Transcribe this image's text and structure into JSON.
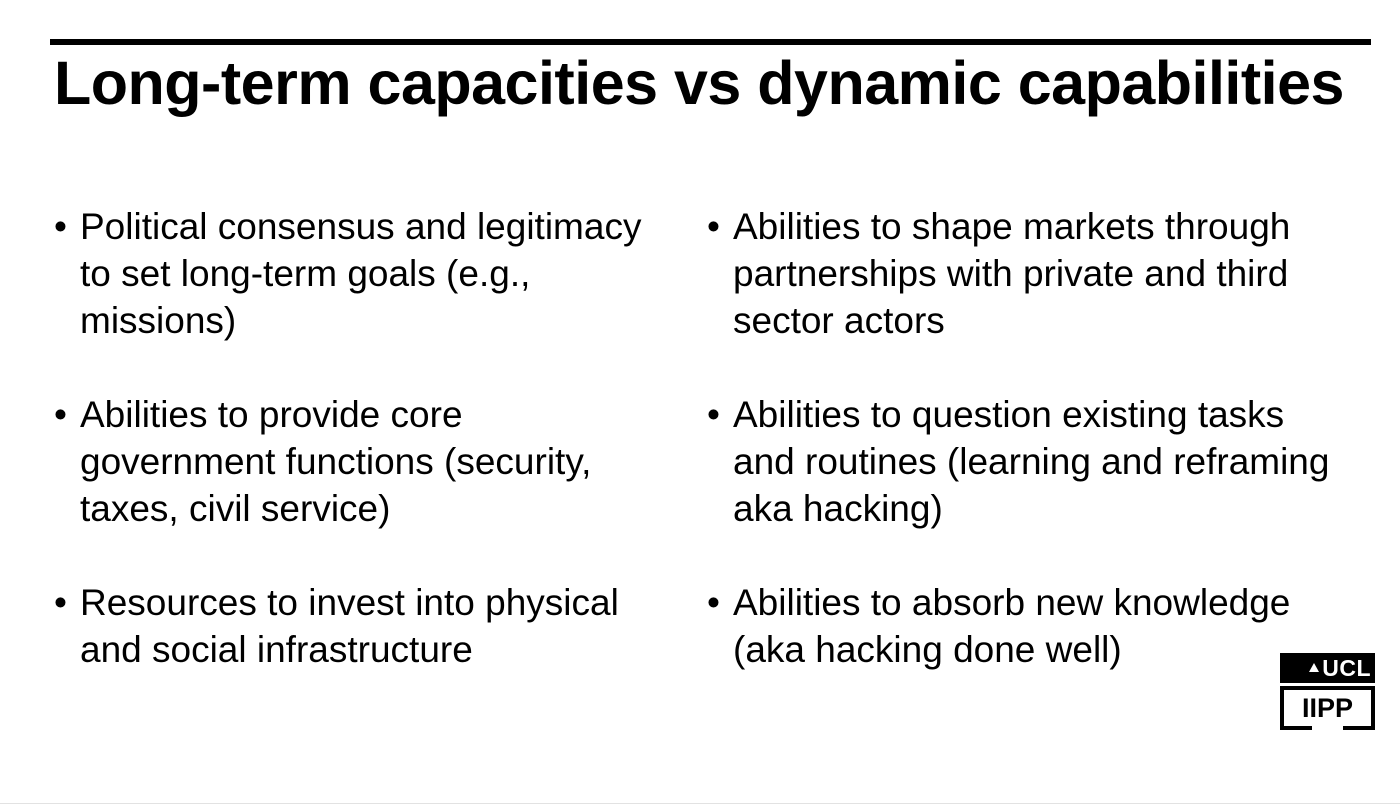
{
  "slide": {
    "title": "Long-term capacities vs dynamic capabilities",
    "bullet_marker": "•",
    "columns": [
      {
        "name": "long-term-capacities",
        "bullets": [
          "Political consensus and legitimacy to set long-term goals (e.g., missions)",
          "Abilities to provide core government functions (security, taxes, civil service)",
          "Resources to invest into physical and social infrastructure"
        ]
      },
      {
        "name": "dynamic-capabilities",
        "bullets": [
          "Abilities to shape markets through partnerships with private and third sector actors",
          "Abilities to question existing tasks and routines (learning and reframing aka hacking)",
          "Abilities to absorb new knowledge (aka hacking done well)"
        ]
      }
    ],
    "logo": {
      "top_text": "UCL",
      "bottom_text": "IIPP"
    },
    "colors": {
      "text": "#000000",
      "background": "#ffffff",
      "rule": "#000000"
    }
  }
}
